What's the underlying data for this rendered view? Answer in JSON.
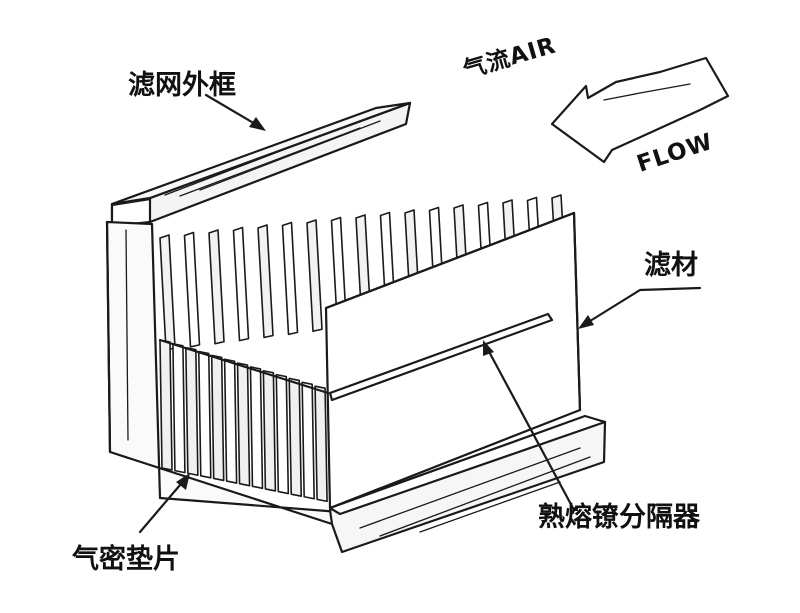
{
  "labels": {
    "frame": "滤网外框",
    "media": "滤材",
    "separator": "熟熔镣分隔器",
    "gasket": "气密垫片",
    "air_prefix": "气流AIR",
    "flow": "FLOW"
  },
  "colors": {
    "ink": "#1a1a1a",
    "paper": "#ffffff"
  }
}
